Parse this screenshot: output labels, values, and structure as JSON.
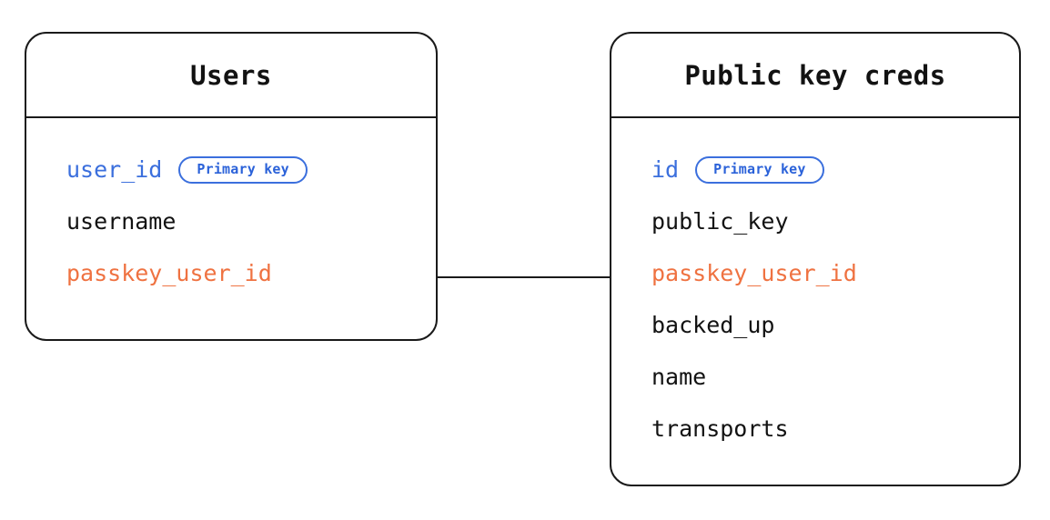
{
  "diagram": {
    "type": "entity-relationship-diagram",
    "background_color": "#ffffff",
    "border_color": "#1a1a1a",
    "colors": {
      "primary_key": "#3b6fdd",
      "foreign_key": "#ef7241",
      "plain_field": "#121212"
    },
    "entities": [
      {
        "id": "users",
        "title": "Users",
        "fields": [
          {
            "name": "user_id",
            "key": "pk",
            "badge": "Primary key"
          },
          {
            "name": "username",
            "key": "none",
            "badge": null
          },
          {
            "name": "passkey_user_id",
            "key": "fk",
            "badge": null
          }
        ]
      },
      {
        "id": "public_key_creds",
        "title": "Public key creds",
        "fields": [
          {
            "name": "id",
            "key": "pk",
            "badge": "Primary key"
          },
          {
            "name": "public_key",
            "key": "none",
            "badge": null
          },
          {
            "name": "passkey_user_id",
            "key": "fk",
            "badge": null
          },
          {
            "name": "backed_up",
            "key": "none",
            "badge": null
          },
          {
            "name": "name",
            "key": "none",
            "badge": null
          },
          {
            "name": "transports",
            "key": "none",
            "badge": null
          }
        ]
      }
    ],
    "relationships": [
      {
        "from": "users.passkey_user_id",
        "to": "public_key_creds.passkey_user_id",
        "style": "straight-line"
      }
    ]
  }
}
